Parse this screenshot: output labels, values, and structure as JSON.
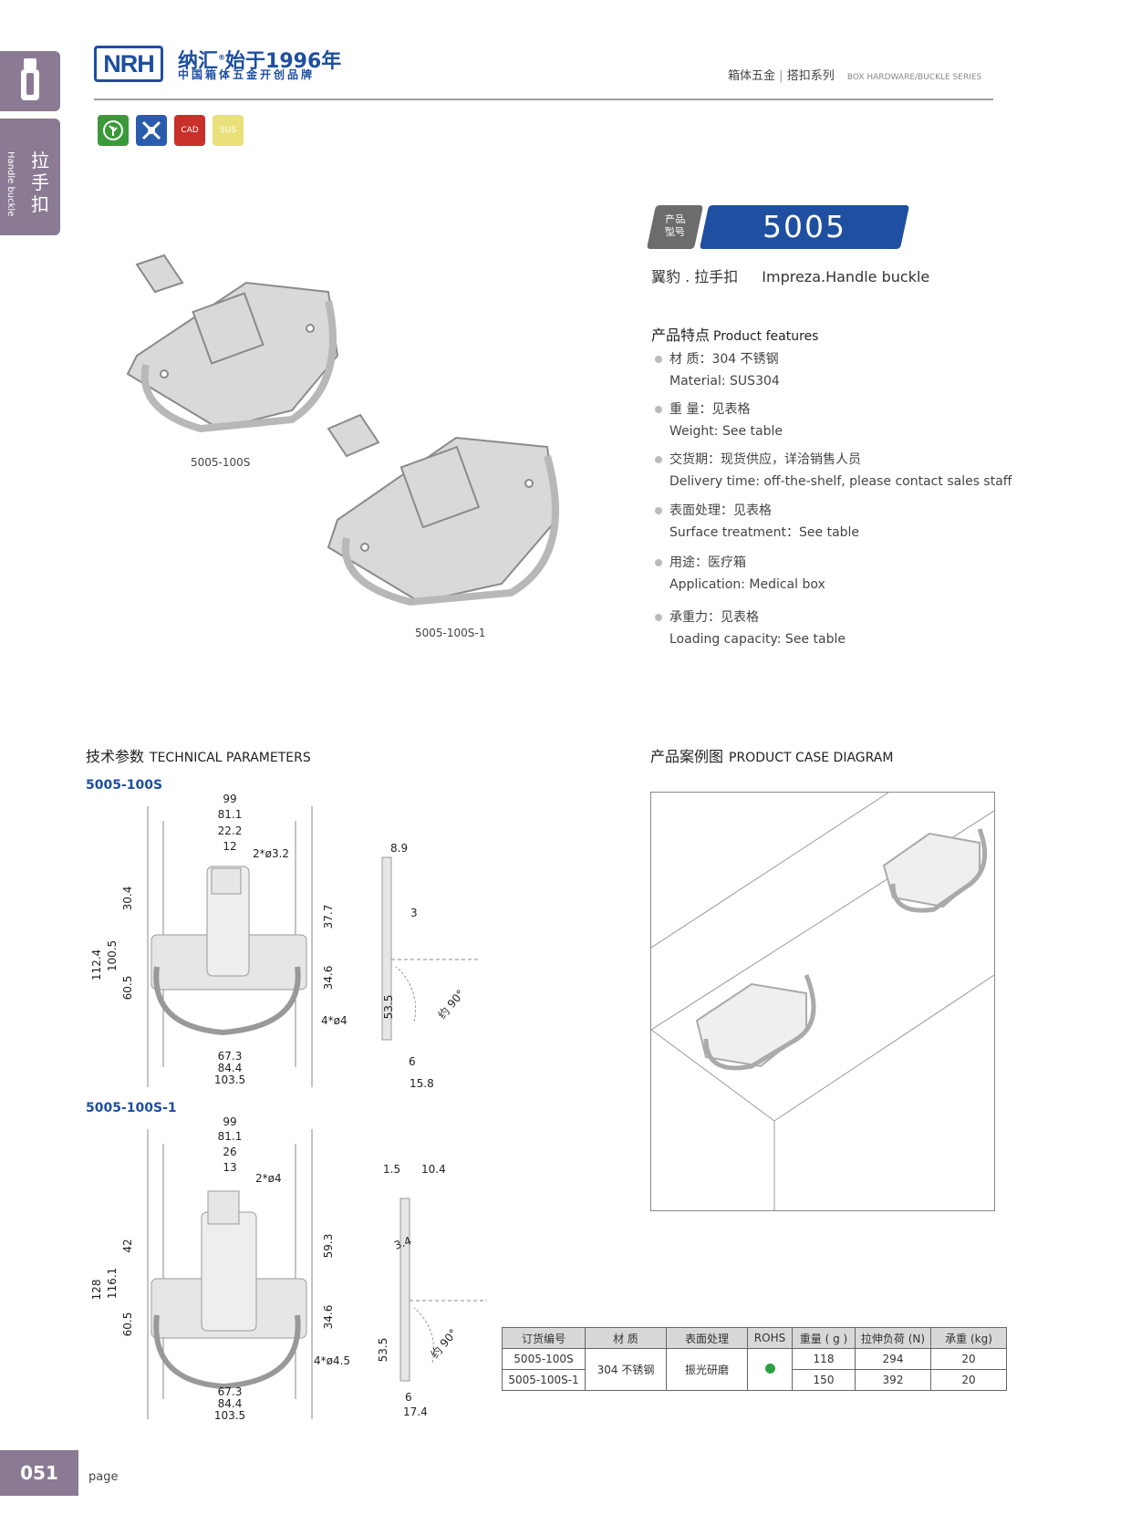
{
  "sidebar": {
    "tab_cn": "拉手扣",
    "tab_en": "Handle buckle"
  },
  "header": {
    "logo": "NRH",
    "logo_cn": "纳汇",
    "logo_since": "始于1996年",
    "logo_tag": "中国箱体五金开创品牌",
    "category_cn_1": "箱体五金",
    "category_cn_2": "搭扣系列",
    "category_en": "BOX HARDWARE/BUCKLE SERIES"
  },
  "badges": [
    {
      "icon": "eco-icon",
      "label": "",
      "color": "#3a9a3a"
    },
    {
      "icon": "tools-icon",
      "label": "",
      "color": "#2a5cae"
    },
    {
      "icon": "cad-icon",
      "label": "CAD",
      "color": "#c8302a"
    },
    {
      "icon": "sus-icon",
      "label": "SUS",
      "color": "#e9e07a"
    }
  ],
  "product": {
    "model_tag_1": "产品",
    "model_tag_2": "型号",
    "model": "5005",
    "name_cn": "翼豹 . 拉手扣",
    "name_en": "Impreza.Handle buckle"
  },
  "photos": [
    {
      "caption": "5005-100S"
    },
    {
      "caption": "5005-100S-1"
    }
  ],
  "features": {
    "heading_cn": "产品特点",
    "heading_en": "Product features",
    "items": [
      {
        "cn": "材  质：304 不锈钢",
        "en": "Material: SUS304"
      },
      {
        "cn": "重  量：见表格",
        "en": " Weight: See table"
      },
      {
        "cn": "交货期：现货供应，详洽销售人员",
        "en": "Delivery time: off-the-shelf, please contact sales staff"
      },
      {
        "cn": "表面处理：见表格",
        "en": "Surface treatment：See table"
      },
      {
        "cn": "用途：医疗箱",
        "en": "Application: Medical box"
      },
      {
        "cn": "承重力：见表格",
        "en": "Loading capacity: See table"
      }
    ]
  },
  "technical": {
    "heading_cn": "技术参数",
    "heading_en": "TECHNICAL PARAMETERS",
    "drawing1": {
      "label": "5005-100S",
      "top_dims": [
        "99",
        "81.1",
        "22.2",
        "12",
        "2*ø3.2"
      ],
      "left_dims": [
        "112.4",
        "100.5",
        "30.4",
        "60.5"
      ],
      "right_dims": [
        "37.7",
        "34.6",
        "4*ø4"
      ],
      "bottom_dims": [
        "67.3",
        "84.4",
        "103.5"
      ],
      "side_dims": [
        "8.9",
        "3",
        "53.5",
        "6",
        "15.8",
        "约 90°"
      ]
    },
    "drawing2": {
      "label": "5005-100S-1",
      "top_dims": [
        "99",
        "81.1",
        "26",
        "13",
        "2*ø4"
      ],
      "left_dims": [
        "128",
        "116.1",
        "42",
        "60.5"
      ],
      "right_dims": [
        "59.3",
        "34.6",
        "4*ø4.5"
      ],
      "bottom_dims": [
        "67.3",
        "84.4",
        "103.5"
      ],
      "side_dims": [
        "1.5",
        "10.4",
        "3.4",
        "53.5",
        "6",
        "17.4",
        "约 90°"
      ]
    }
  },
  "case": {
    "heading_cn": "产品案例图",
    "heading_en": "PRODUCT CASE DIAGRAM"
  },
  "spec_table": {
    "headers": [
      "订货编号",
      "材  质",
      "表面处理",
      "ROHS",
      "重量 ( g )",
      "拉伸负荷 (N)",
      "承重 (kg)"
    ],
    "material": "304 不锈钢",
    "finish": "振光研磨",
    "rows": [
      {
        "code": "5005-100S",
        "weight": "118",
        "load": "294",
        "capacity": "20"
      },
      {
        "code": "5005-100S-1",
        "weight": "150",
        "load": "392",
        "capacity": "20"
      }
    ]
  },
  "footer": {
    "page_number": "051",
    "page_word": "page"
  }
}
